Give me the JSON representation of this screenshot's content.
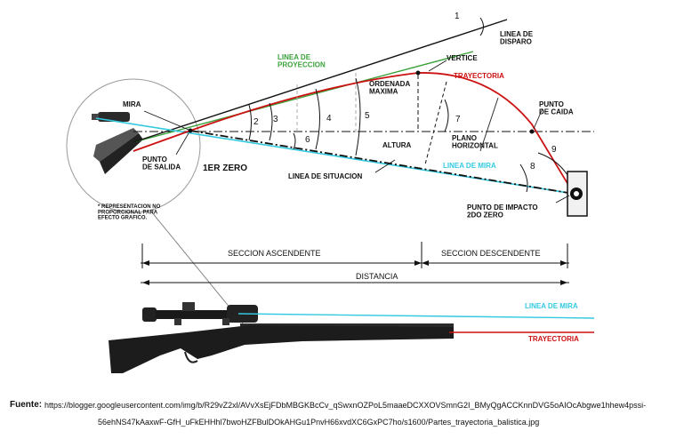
{
  "labels": {
    "mira": "MIRA",
    "linea_de_disparo": "LINEA DE\nDISPARO",
    "linea_de_proyeccion": "LINEA DE\nPROYECCION",
    "vertice": "VERTICE",
    "trayectoria": "TRAYECTORIA",
    "ordenada_maxima": "ORDENADA\nMAXIMA",
    "punto_de_caida": "PUNTO\nDE CAIDA",
    "altura": "ALTURA",
    "plano_horizontal": "PLANO\nHORIZONTAL",
    "punto_de_salida": "PUNTO\nDE SALIDA",
    "primer_zero": "1ER ZERO",
    "linea_de_mira": "LINEA DE MIRA",
    "linea_de_situacion": "LINEA DE SITUACION",
    "punto_de_impacto": "PUNTO DE IMPACTO\n2DO ZERO",
    "nota": "* REPRESENTACION NO\nPROPORCIONAL PARA\nEFECTO GRAFICO.",
    "seccion_ascendente": "SECCION ASCENDENTE",
    "seccion_descendente": "SECCION DESCENDENTE",
    "distancia": "DISTANCIA",
    "rifle_linea_de_mira": "LINEA DE MIRA",
    "rifle_trayectoria": "TRAYECTORIA"
  },
  "angle_numbers": [
    "1",
    "2",
    "3",
    "4",
    "5",
    "6",
    "7",
    "8",
    "9"
  ],
  "colors": {
    "trayectoria": "#cc1111",
    "linea_de_mira": "#33c9e0",
    "linea_de_proyeccion": "#3aa23a",
    "linea_de_disparo": "#111111",
    "linea_de_situacion": "#111111"
  },
  "caption": {
    "fuente": "Fuente:",
    "url_line1": "https://blogger.googleusercontent.com/img/b/R29vZ2xl/AVvXsEjFDbMBGKBcCv_qSwxnOZPoL5maaeDCXXOVSmnG2I_BMyQgACCKnnDVG5oAIOcAbgwe1hhew4pssi-",
    "url_line2": "56ehNS47kAaxwF-GfH_uFkEHHhl7bwoHZFBulDOkAHGu1PnvH66xvdXC6GxPC7ho/s1600/Partes_trayectoria_balistica.jpg"
  }
}
